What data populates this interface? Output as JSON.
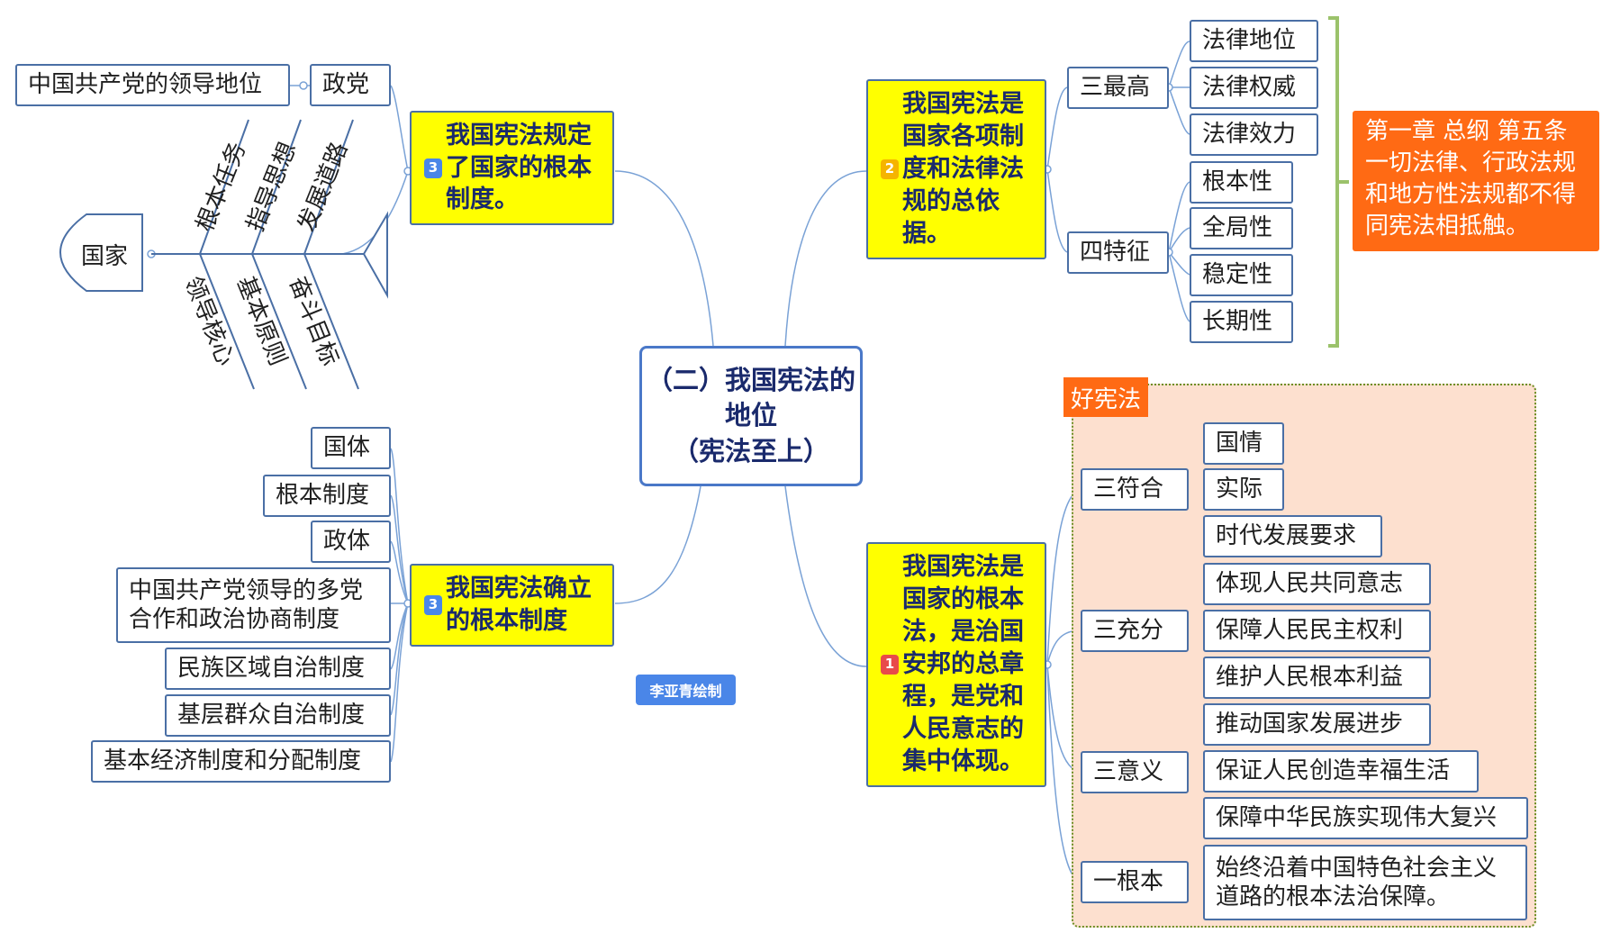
{
  "center": {
    "title": "（二）我国宪法的地位\n（宪法至上）"
  },
  "top_left": {
    "badge": "3",
    "label": "我国宪法规定了国家的根本制度。",
    "party_label": "政党",
    "party_detail": "中国共产党的领导地位",
    "fish_head": "国家",
    "fish_upper_bones": [
      "根本任务",
      "指导思想",
      "发展道路"
    ],
    "fish_lower_bones": [
      "领导核心",
      "基本原则",
      "奋斗目标"
    ]
  },
  "bottom_left": {
    "badge": "3",
    "label": "我国宪法确立的根本制度",
    "items": [
      "国体",
      "根本制度",
      "政体",
      "中国共产党领导的多党合作和政治协商制度",
      "民族区域自治制度",
      "基层群众自治制度",
      "基本经济制度和分配制度"
    ]
  },
  "top_right": {
    "badge": "2",
    "label": "我国宪法是国家各项制度和法律法规的总依据。",
    "groups": [
      {
        "label": "三最高",
        "items": [
          "法律地位",
          "法律权威",
          "法律效力"
        ]
      },
      {
        "label": "四特征",
        "items": [
          "根本性",
          "全局性",
          "稳定性",
          "长期性"
        ]
      }
    ],
    "note": "第一章 总纲 第五条 一切法律、行政法规和地方性法规都不得同宪法相抵触。"
  },
  "bottom_right": {
    "badge": "1",
    "label": "我国宪法是国家的根本法，是治国安邦的总章程，是党和人民意志的集中体现。",
    "group_title": "好宪法",
    "groups": [
      {
        "label": "三符合",
        "items": [
          "国情",
          "实际",
          "时代发展要求"
        ]
      },
      {
        "label": "三充分",
        "items": [
          "体现人民共同意志",
          "保障人民民主权利",
          "维护人民根本利益"
        ]
      },
      {
        "label": "三意义",
        "items": [
          "推动国家发展进步",
          "保证人民创造幸福生活",
          "保障中华民族实现伟大复兴"
        ]
      },
      {
        "label": "一根本",
        "items": [
          "始终沿着中国特色社会主义道路的根本法治保障。"
        ]
      }
    ]
  },
  "signature": "李亚青绘制",
  "colors": {
    "main_fill": "#ffff00",
    "main_text": "#1a2a6c",
    "border": "#4a6fa5",
    "accent_orange": "#ff6a14",
    "group_fill": "#fde0cf",
    "badge_1": "#e84a4a",
    "badge_2": "#f5b400",
    "badge_3": "#4a86e8"
  }
}
